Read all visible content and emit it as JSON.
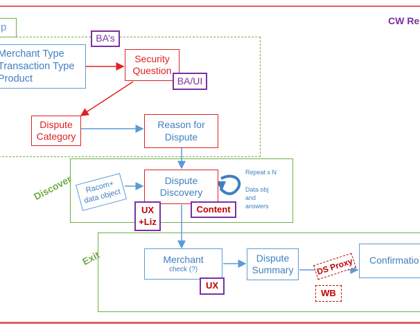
{
  "header": {
    "title": "CW Re",
    "tab_label": "p"
  },
  "colors": {
    "red": "#e02020",
    "blue": "#5b9bd5",
    "green": "#70ad47",
    "purple": "#7b2fa0",
    "dark_red": "#c00000"
  },
  "groups": {
    "discover_label": "Discover",
    "exit_label": "Exit"
  },
  "nodes": {
    "merchant_type": "Merchant Type\nTransaction Type\nProduct",
    "security_question": "Security\nQuestion",
    "dispute_category": "Dispute\nCategory",
    "reason_for_dispute": "Reason for\nDispute",
    "racom_data_object": "Racom+\ndata object",
    "dispute_discovery": "Dispute\nDiscovery",
    "merchant_check_title": "Merchant",
    "merchant_check_sub": "check (?)",
    "dispute_summary": "Dispute\nSummary",
    "ds_proxy": "DS Proxy",
    "confirmation": "Confirmatio"
  },
  "tags": {
    "bas": "BA’s",
    "ba_ui": "BA/UI",
    "ux_liz": "UX\n+Liz",
    "content": "Content",
    "ux": "UX",
    "wb": "WB"
  },
  "annotations": {
    "repeat": "Repeat x N",
    "data_obj": "Data obj\nand\nanswers"
  }
}
